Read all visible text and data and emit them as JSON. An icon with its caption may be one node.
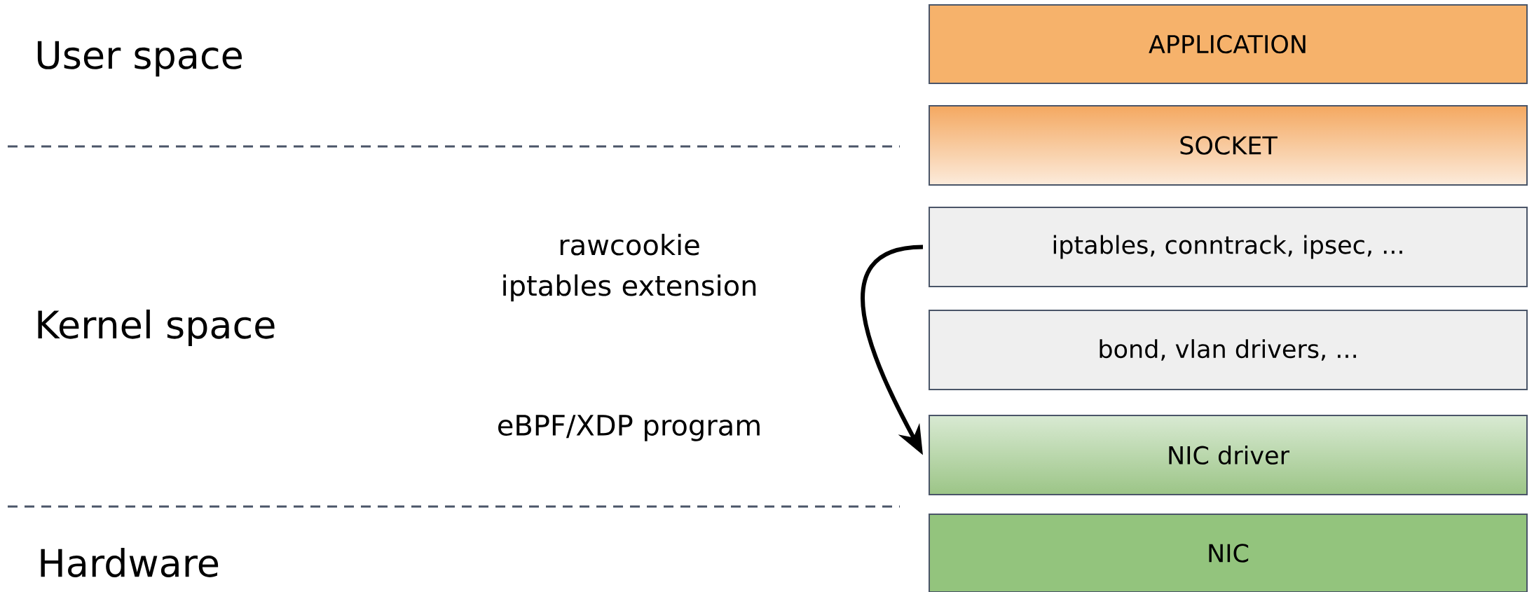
{
  "diagram": {
    "nodes": [
      {
        "text": [
          "APPLICATION"
        ]
      },
      {
        "text": [
          "SOCKET"
        ]
      },
      {
        "text": [
          "iptables, conntrack, ipsec, ..."
        ]
      },
      {
        "text": [
          "bond, vlan drivers, ..."
        ]
      },
      {
        "text": [
          "NIC driver"
        ]
      },
      {
        "text": [
          "NIC"
        ]
      }
    ],
    "edges": [
      {
        "from": 2,
        "to": 4,
        "arrow": "to"
      }
    ],
    "labels": [
      "User space",
      "Kernel space",
      "rawcookie iptables extension",
      "eBPF/XDP program",
      "Hardware"
    ]
  }
}
